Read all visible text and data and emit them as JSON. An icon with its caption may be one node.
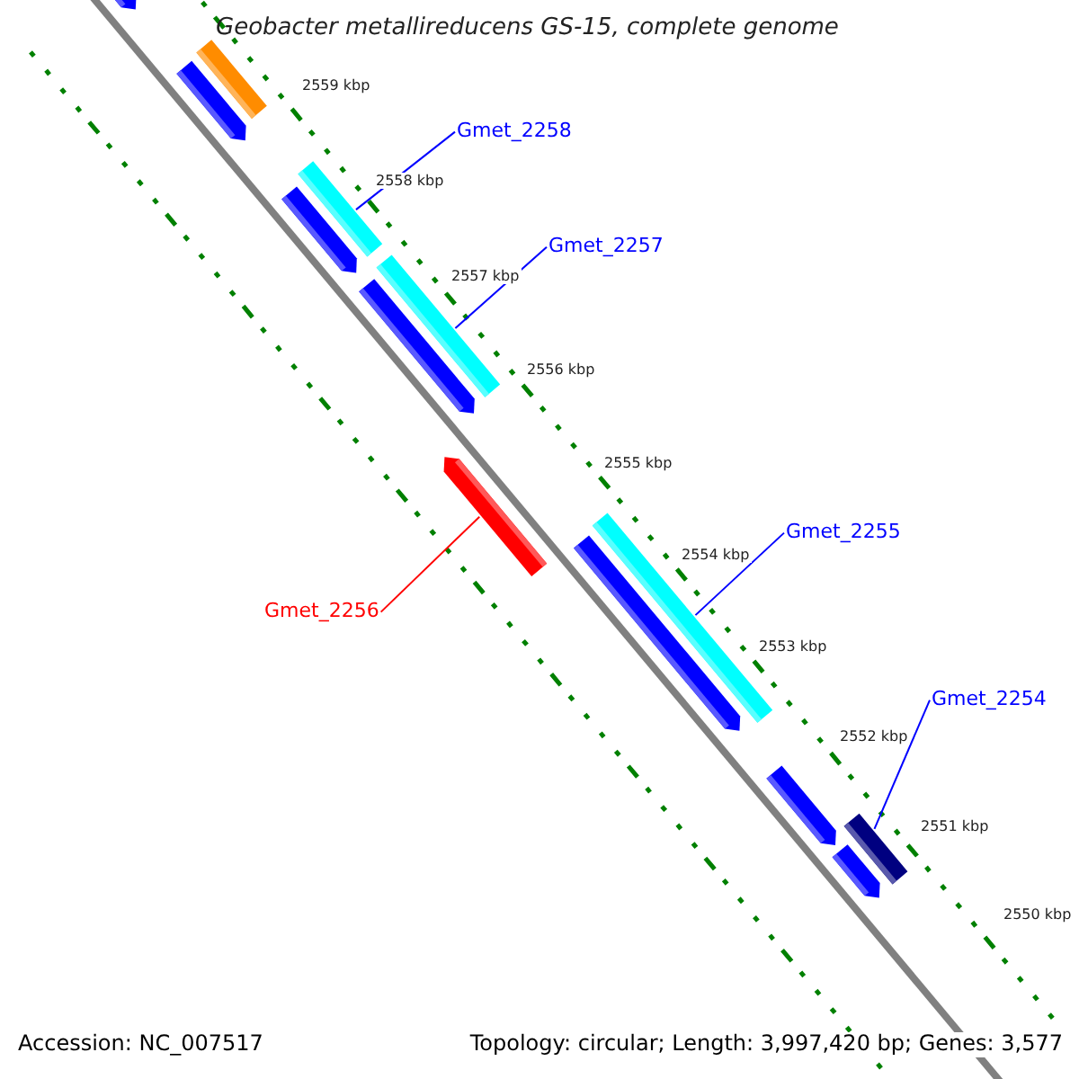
{
  "diagram": {
    "title": "Geobacter metallireducens GS-15, complete genome",
    "nodes": [
      {
        "text": [
          "Gmet_2258"
        ]
      },
      {
        "text": [],
        "shape": "bar"
      },
      {
        "text": [
          "Gmet_2257"
        ]
      },
      {
        "text": [],
        "shape": "bar"
      },
      {
        "text": [
          "Gmet_2256"
        ]
      },
      {
        "text": [],
        "shape": "bar"
      },
      {
        "text": [
          "Gmet_2255"
        ]
      },
      {
        "text": [],
        "shape": "bar"
      },
      {
        "text": [
          "Gmet_2254"
        ]
      },
      {
        "text": [],
        "shape": "bar"
      }
    ],
    "edges": [
      {
        "from": 0,
        "to": 1,
        "arrow": "none"
      },
      {
        "from": 2,
        "to": 3,
        "arrow": "none"
      },
      {
        "from": 4,
        "to": 5,
        "arrow": "none",
        "color": "#ff0000"
      },
      {
        "from": 6,
        "to": 7,
        "arrow": "none"
      },
      {
        "from": 8,
        "to": 9,
        "arrow": "none"
      }
    ],
    "labels": [
      "2559 kbp",
      "2558 kbp",
      "2557 kbp",
      "2556 kbp",
      "2555 kbp",
      "2554 kbp",
      "2553 kbp",
      "2552 kbp",
      "2551 kbp",
      "2550 kbp",
      "Accession: NC_007517",
      "Topology: circular; Length: 3,997,420 bp; Genes: 3,577"
    ]
  }
}
